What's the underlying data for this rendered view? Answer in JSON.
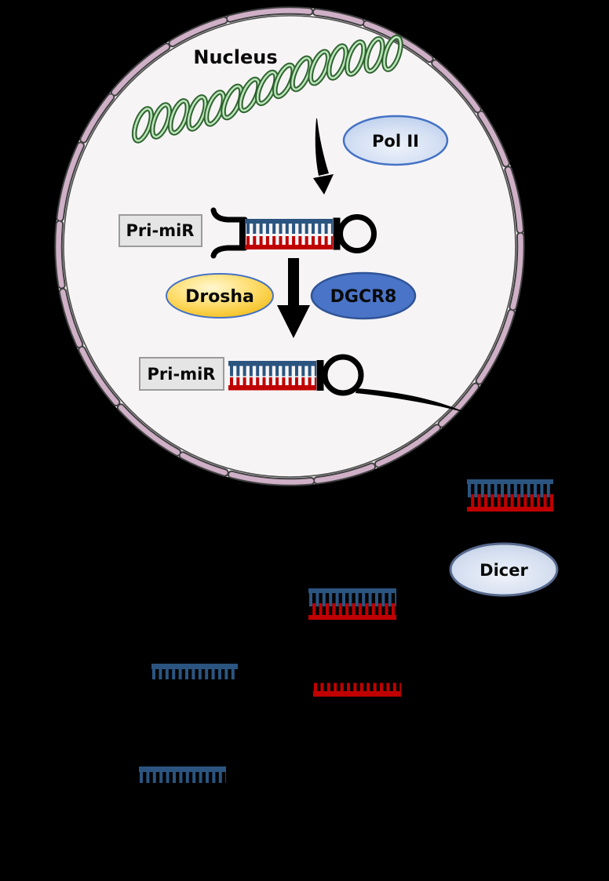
{
  "labels": {
    "nucleus": "Nucleus",
    "pol_ii": "Pol II",
    "pri_mir_1": "Pri-miR",
    "drosha": "Drosha",
    "dgcr8": "DGCR8",
    "pri_mir_2": "Pri-miR",
    "dicer": "Dicer"
  },
  "colors": {
    "background": "#000000",
    "nucleus_fill": "#F7F4F6",
    "membrane_pink": "#CFB0C7",
    "membrane_outline": "#3F3F3F",
    "envelope_line": "#4B4B4B",
    "strand_blue": "#2B5580",
    "strand_red": "#C00000",
    "hairpin_black": "#000000",
    "helix_dark_green": "#2A5F2A",
    "helix_light_green": "#8FC98F",
    "label_box_fill": "#E6E5E5",
    "label_box_border": "#9B9B9B",
    "pol2_border": "#4472C4",
    "drosha_border": "#4472C4",
    "dgcr8_fill": "#4A74C8",
    "dgcr8_border": "#2F5496",
    "dicer_border": "#56688C",
    "arrow_black": "#000000"
  }
}
